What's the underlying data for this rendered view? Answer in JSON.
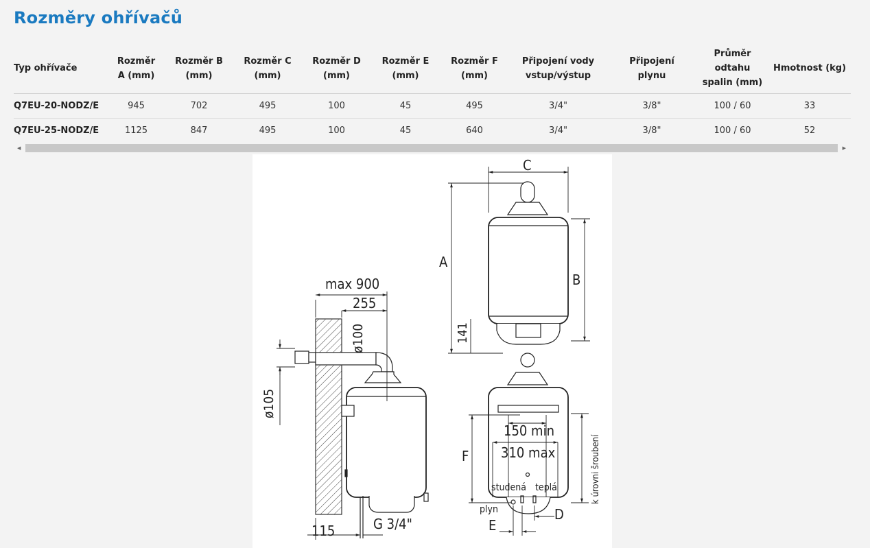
{
  "page": {
    "title": "Rozměry ohřívačů"
  },
  "table": {
    "headers": [
      [
        "Typ ohřívače"
      ],
      [
        "Rozměr",
        "A (mm)"
      ],
      [
        "Rozměr B",
        "(mm)"
      ],
      [
        "Rozměr C",
        "(mm)"
      ],
      [
        "Rozměr D",
        "(mm)"
      ],
      [
        "Rozměr E",
        "(mm)"
      ],
      [
        "Rozměr F",
        "(mm)"
      ],
      [
        "Připojení vody",
        "vstup/výstup"
      ],
      [
        "Připojení",
        "plynu"
      ],
      [
        "Průměr",
        "odtahu",
        "spalin (mm)"
      ],
      [
        "Hmotnost (kg)"
      ]
    ],
    "rows": [
      [
        "Q7EU-20-NODZ/E",
        "945",
        "702",
        "495",
        "100",
        "45",
        "495",
        "3/4\"",
        "3/8\"",
        "100 / 60",
        "33"
      ],
      [
        "Q7EU-25-NODZ/E",
        "1125",
        "847",
        "495",
        "100",
        "45",
        "640",
        "3/4\"",
        "3/8\"",
        "100 / 60",
        "52"
      ]
    ]
  },
  "scrollbar": {
    "left_icon": "arrow-left-icon",
    "right_icon": "arrow-right-icon"
  },
  "drawing": {
    "side": {
      "max900": "max 900",
      "d255": "255",
      "d100": "ø100",
      "d105": "ø105",
      "d115": "115",
      "g34": "G 3/4\""
    },
    "front": {
      "C": "C",
      "A": "A",
      "B": "B",
      "d141": "141"
    },
    "bottom": {
      "m150": "150 min",
      "m310": "310 max",
      "F": "F",
      "studena": "studená",
      "tepla": "teplá",
      "plyn": "plyn",
      "E": "E",
      "D": "D",
      "k_urovni": "k úrovni šroubení"
    }
  }
}
